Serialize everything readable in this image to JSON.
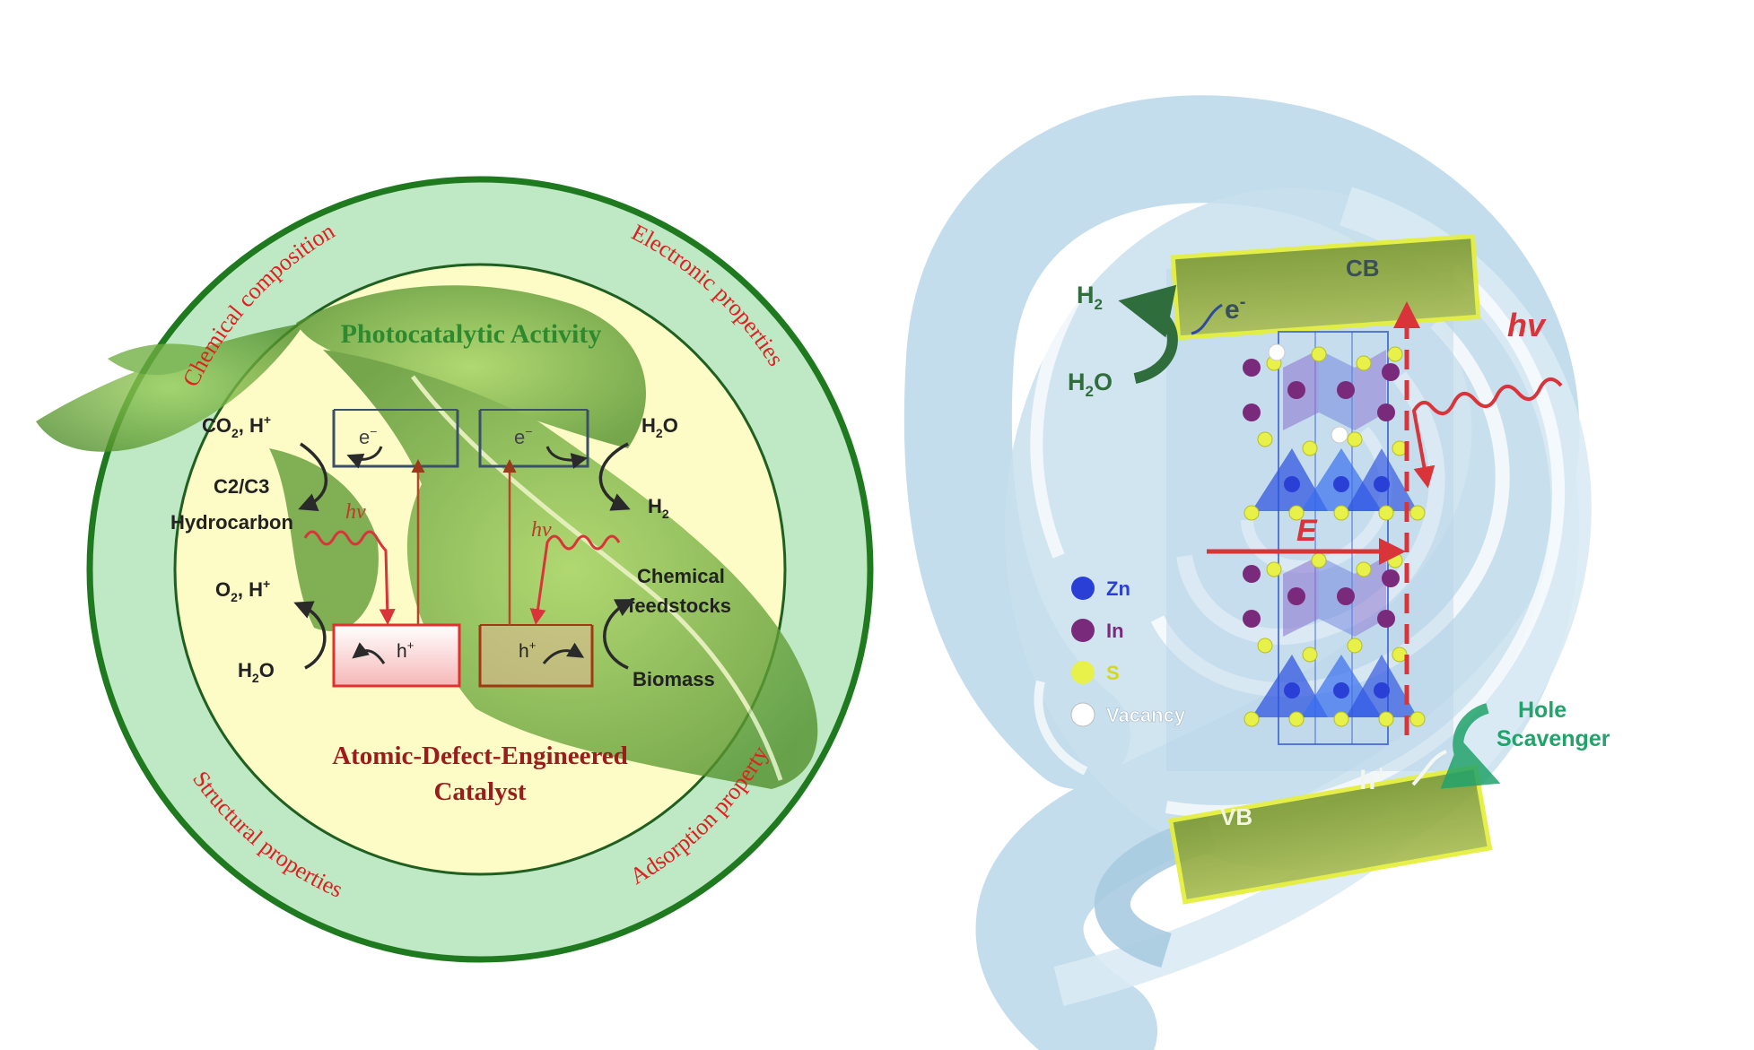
{
  "left_panel": {
    "ring_labels": {
      "chemical_composition": "Chemical composition",
      "electronic_properties": "Electronic properties",
      "structural_properties": "Structural properties",
      "adsorption_property": "Adsorption property"
    },
    "title_top": "Photocatalytic Activity",
    "title_bottom_line1": "Atomic-Defect-Engineered",
    "title_bottom_line2": "Catalyst",
    "electron": "e",
    "electron_sup": "−",
    "hole": "h",
    "hole_sup": "+",
    "hv": "hν",
    "reactions": {
      "co2_a": "CO",
      "co2_sub": "2",
      "co2_b": ", H",
      "co2_sup": "+",
      "c2c3": "C2/C3",
      "hydrocarbon": "Hydrocarbon",
      "o2_a": "O",
      "o2_sub": "2",
      "o2_b": ", H",
      "o2_sup": "+",
      "h2o_a": "H",
      "h2o_sub": "2",
      "h2o_b": "O",
      "h2o_r_a": "H",
      "h2o_r_sub": "2",
      "h2o_r_b": "O",
      "h2_a": "H",
      "h2_sub": "2",
      "chemical": "Chemical",
      "feedstocks": "feedstocks",
      "biomass": "Biomass"
    },
    "colors": {
      "ring_green": "#1f7a1f",
      "ring_fill": "#bfe8c4",
      "inner_fill": "#fdfbc6",
      "label_red": "#e02020",
      "title_green": "#2f8a2f",
      "title_red": "#9b1c1c",
      "leaf_green": "#6fae3f"
    }
  },
  "right_panel": {
    "cb": "CB",
    "vb": "VB",
    "electron": "e",
    "electron_sup": "-",
    "hole": "h",
    "hole_sup": "+",
    "hv": "hv",
    "field": "E",
    "h2_a": "H",
    "h2_sub": "2",
    "h2o_a": "H",
    "h2o_sub": "2",
    "h2o_b": "O",
    "hole_scavenger_line1": "Hole",
    "hole_scavenger_line2": "Scavenger",
    "legend": [
      {
        "label": "Zn",
        "color": "#2a3fd6"
      },
      {
        "label": "In",
        "color": "#7a2a7a"
      },
      {
        "label": "S",
        "color": "#e8f04a"
      },
      {
        "label": "Vacancy",
        "color": "#ffffff"
      }
    ],
    "colors": {
      "band_fill": "#8fa83a",
      "band_border": "#e6ef3a",
      "swirl": "#bcd9ea",
      "arrow_red": "#d9343a",
      "scavenger_green": "#22a36b",
      "water_green": "#2f6e3c"
    }
  }
}
